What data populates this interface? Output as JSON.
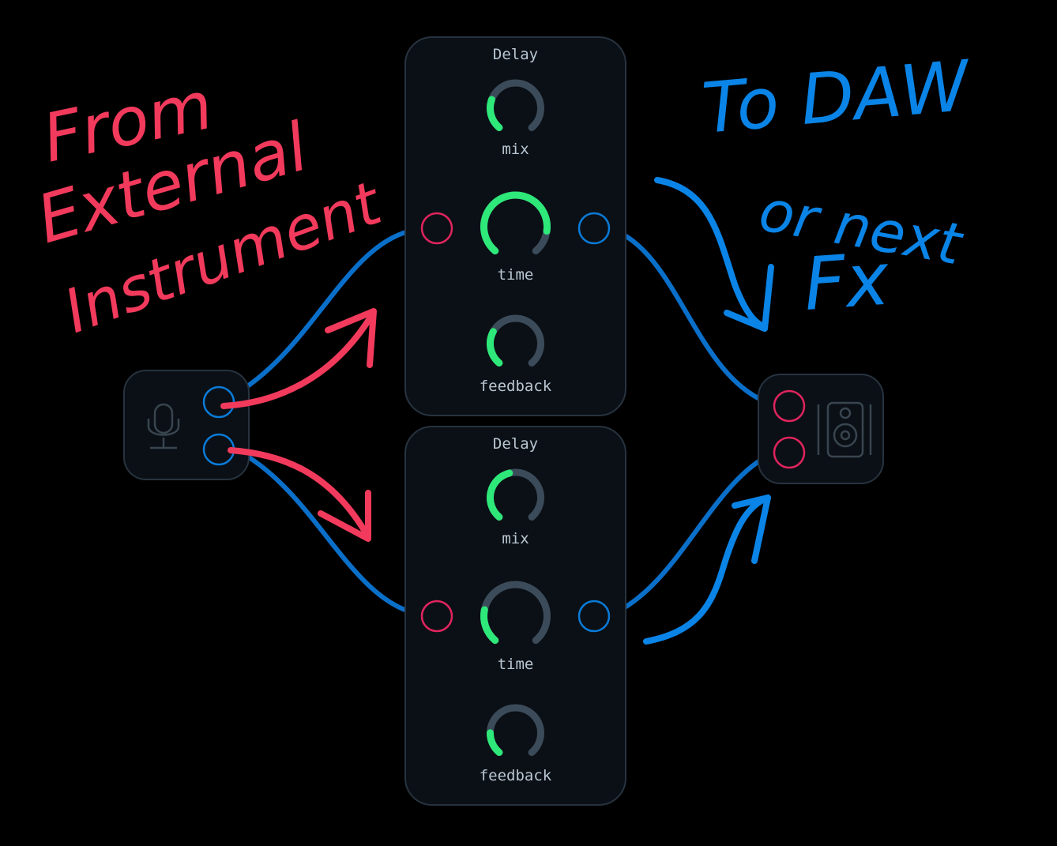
{
  "modules": [
    {
      "title": "Delay",
      "knobs": [
        {
          "label": "mix",
          "value": 0.25
        },
        {
          "label": "time",
          "value": 0.85
        },
        {
          "label": "feedback",
          "value": 0.28
        }
      ]
    },
    {
      "title": "Delay",
      "knobs": [
        {
          "label": "mix",
          "value": 0.45
        },
        {
          "label": "time",
          "value": 0.22
        },
        {
          "label": "feedback",
          "value": 0.18
        }
      ]
    }
  ],
  "source": {
    "icon": "microphone-icon"
  },
  "destination": {
    "icon": "speaker-icon"
  },
  "annotations": {
    "left": [
      "From",
      "External",
      "Instrument"
    ],
    "right": [
      "To DAW",
      "or next",
      "Fx"
    ]
  },
  "colors": {
    "background": "#000000",
    "panel": "#0b1016",
    "panel_border": "#27333f",
    "knob_track": "#3b4b5a",
    "knob_value": "#2ee87a",
    "port_in": "#e0245e",
    "port_out": "#0a7bd8",
    "cable": "#0a6fc9",
    "annotation_red": "#f23a5c",
    "annotation_blue": "#0a84e6",
    "label_text": "#b9c7d3",
    "icon_muted": "#38454f"
  }
}
